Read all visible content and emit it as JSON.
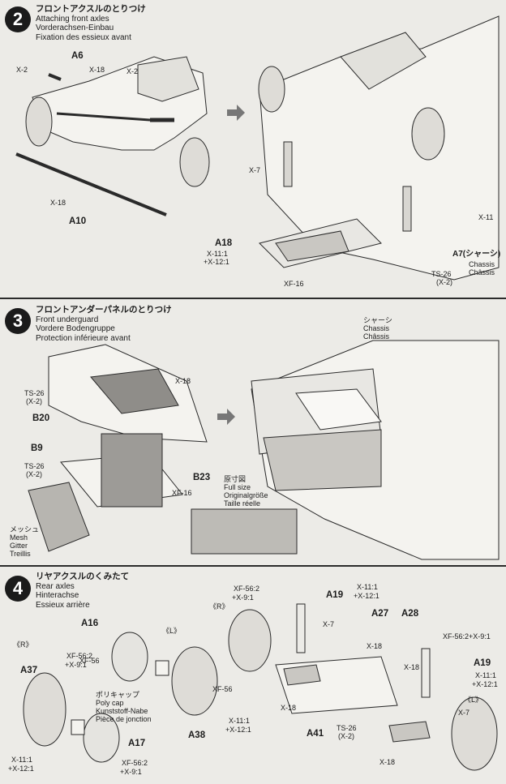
{
  "steps": [
    {
      "number": "2",
      "title_jp": "フロントアクスルのとりつけ",
      "title_en": "Attaching front axles",
      "title_de": "Vorderachsen-Einbau",
      "title_fr": "Fixation des essieux avant",
      "labels": {
        "a6": "A6",
        "x18_top": "X-18",
        "x2_left": "X-2",
        "x2_right": "X-2",
        "x18_low": "X-18",
        "a10": "A10",
        "x7": "X-7",
        "x11": "X-11",
        "a18": "A18",
        "x11_1": "X-11:1",
        "x12_1": "+X-12:1",
        "xf16": "XF-16",
        "a7": "A7(シャーシ)",
        "chassis_de": "Chassis",
        "chassis_fr": "Châssis",
        "ts26": "TS-26",
        "ts26_sub": "(X-2)"
      }
    },
    {
      "number": "3",
      "title_jp": "フロントアンダーパネルのとりつけ",
      "title_en": "Front underguard",
      "title_de": "Vordere Bodengruppe",
      "title_fr": "Protection inférieure avant",
      "labels": {
        "x18": "X-18",
        "ts26_a": "TS-26",
        "ts26_a_sub": "(X-2)",
        "b20": "B20",
        "b9": "B9",
        "ts26_b": "TS-26",
        "ts26_b_sub": "(X-2)",
        "b23": "B23",
        "xf16": "XF-16",
        "mesh_jp": "メッシュ",
        "mesh_en": "Mesh",
        "mesh_de": "Gitter",
        "mesh_fr": "Treillis",
        "fullsize_jp": "原寸図",
        "fullsize_en": "Full size",
        "fullsize_de": "Originalgröße",
        "fullsize_fr": "Taille réelle",
        "chassis_jp": "シャーシ",
        "chassis_de": "Chassis",
        "chassis_fr": "Châssis"
      }
    },
    {
      "number": "4",
      "title_jp": "リヤアクスルのくみたて",
      "title_en": "Rear axles",
      "title_de": "Hinterachse",
      "title_fr": "Essieux arrière",
      "labels": {
        "r_left": "《R》",
        "a37": "A37",
        "xf56_left": "XF-56",
        "x11_left": "X-11:1",
        "x12_left": "+X-12:1",
        "a16": "A16",
        "xf56_2": "XF-56:2",
        "x9_1": "+X-9:1",
        "l_left": "《L》",
        "polycap_jp": "ポリキャップ",
        "polycap_en": "Poly cap",
        "polycap_de": "Kunststoff-Nabe",
        "polycap_fr": "Pièce de jonction",
        "xf56_mid": "XF-56",
        "x11_mid": "X-11:1",
        "x12_mid": "+X-12:1",
        "a38": "A38",
        "a17": "A17",
        "xf56_2b": "XF-56:2",
        "x9_1b": "+X-9:1",
        "xf56_2c": "XF-56:2",
        "x9_1c": "+X-9:1",
        "r_right": "《R》",
        "x7_a": "X-7",
        "a19_top": "A19",
        "x11_top": "X-11:1",
        "x12_top": "+X-12:1",
        "a27": "A27",
        "a28": "A28",
        "x18_a": "X-18",
        "x18_b": "X-18",
        "x18_c": "X-18",
        "xf56_2d": "XF-56:2+X-9:1",
        "a19_right": "A19",
        "x11_right": "X-11:1",
        "x12_right": "+X-12:1",
        "l_right": "《L》",
        "x7_b": "X-7",
        "a41": "A41",
        "ts26": "TS-26",
        "ts26_sub": "(X-2)",
        "x18_d": "X-18"
      }
    }
  ]
}
